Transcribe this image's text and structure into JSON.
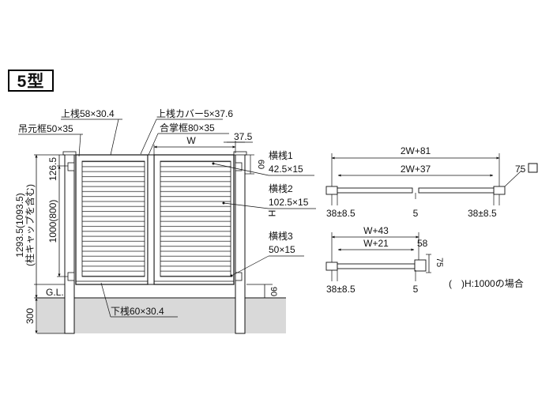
{
  "type_label": "5型",
  "labels": {
    "top_rail": "上桟58×30.4",
    "top_rail_cover": "上桟カバー5×37.6",
    "hanging_frame": "吊元框50×35",
    "meeting_frame": "合掌框80×35",
    "dim_w": "W",
    "dim_37_5": "37.5",
    "dim_60": "60",
    "rail1_name": "横桟1",
    "rail1_size": "42.5×15",
    "rail2_name": "横桟2",
    "rail2_size": "102.5×15",
    "rail3_name": "横桟3",
    "rail3_size": "50×15",
    "dim_h": "H",
    "dim_126_5": "126.5",
    "dim_overall": "1293.5(1093.5)",
    "dim_overall_note": "(柱キャップを含む)",
    "dim_1000": "1000(800)",
    "gl": "G.L.",
    "dim_90": "90",
    "dim_300": "300",
    "bottom_rail": "下桟60×30.4"
  },
  "plan_double": {
    "dim_outer": "2W+81",
    "dim_inner": "2W+37",
    "post": "75",
    "left_gap": "38±8.5",
    "center_gap": "5",
    "right_gap": "38±8.5"
  },
  "plan_single": {
    "dim_outer": "W+43",
    "dim_inner": "W+21",
    "dim_58": "58",
    "dim_75": "75",
    "left_gap": "38±8.5",
    "right_gap": "5"
  },
  "note": "(　)H:1000の場合"
}
